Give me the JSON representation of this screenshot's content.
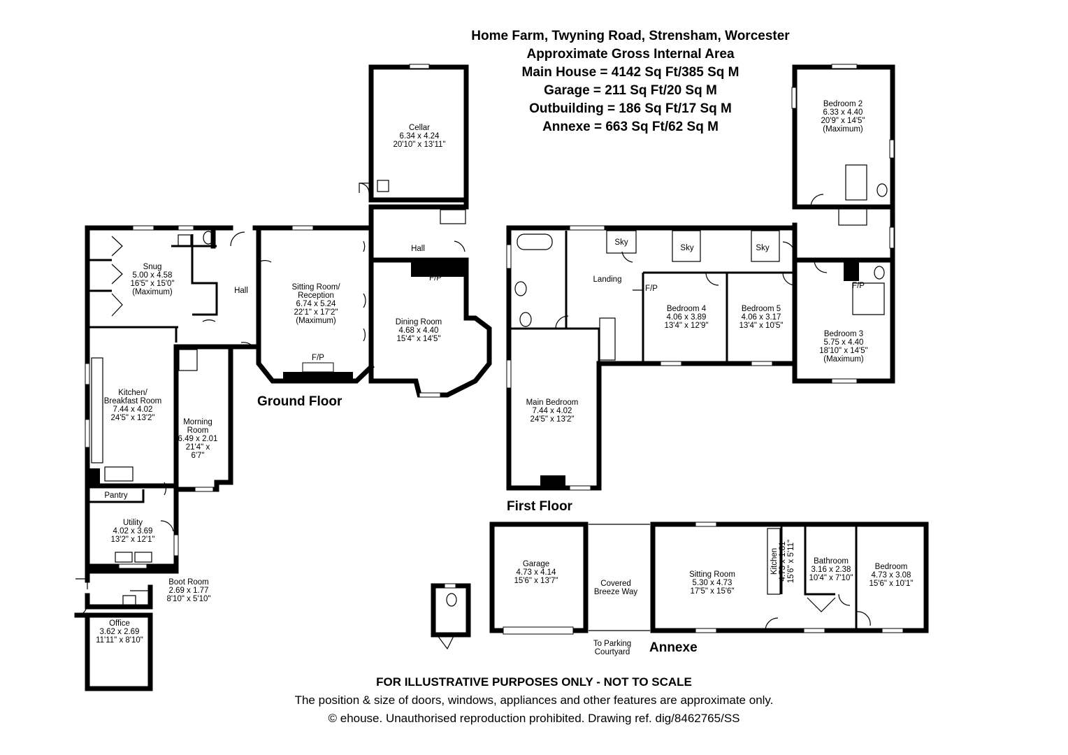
{
  "header": {
    "address": "Home Farm, Twyning Road, Strensham, Worcester",
    "area_title": "Approximate Gross Internal Area",
    "areas": [
      "Main House = 4142 Sq Ft/385 Sq M",
      "Garage = 211 Sq Ft/20 Sq M",
      "Outbuilding = 186 Sq Ft/17 Sq M",
      "Annexe = 663 Sq Ft/62 Sq M"
    ]
  },
  "floors": {
    "ground": "Ground Floor",
    "first": "First Floor",
    "annexe": "Annexe"
  },
  "rooms": {
    "cellar": [
      "Cellar",
      "6.34 x 4.24",
      "20'10\" x 13'11\""
    ],
    "snug": [
      "Snug",
      "5.00 x 4.58",
      "16'5\" x 15'0\"",
      "(Maximum)"
    ],
    "hall_left": [
      "Hall"
    ],
    "sitting_reception": [
      "Sitting Room/",
      "Reception",
      "6.74 x 5.24",
      "22'1\" x 17'2\"",
      "(Maximum)"
    ],
    "hall_right": [
      "Hall"
    ],
    "dining": [
      "Dining Room",
      "4.68 x 4.40",
      "15'4\" x 14'5\""
    ],
    "kitchen": [
      "Kitchen/",
      "Breakfast Room",
      "7.44 x 4.02",
      "24'5\" x 13'2\""
    ],
    "morning": [
      "Morning",
      "Room",
      "6.49 x 2.01",
      "21'4\" x",
      "6'7\""
    ],
    "pantry": [
      "Pantry"
    ],
    "utility": [
      "Utility",
      "4.02 x 3.69",
      "13'2\" x 12'1\""
    ],
    "boot": [
      "Boot Room",
      "2.69 x 1.77",
      "8'10\" x 5'10\""
    ],
    "office": [
      "Office",
      "3.62 x 2.69",
      "11'11\" x 8'10\""
    ],
    "bedroom2": [
      "Bedroom 2",
      "6.33 x 4.40",
      "20'9\" x 14'5\"",
      "(Maximum)"
    ],
    "landing": [
      "Landing"
    ],
    "bedroom4": [
      "Bedroom 4",
      "4.06 x 3.89",
      "13'4\" x 12'9\""
    ],
    "bedroom5": [
      "Bedroom 5",
      "4.06 x 3.17",
      "13'4\" x 10'5\""
    ],
    "bedroom3": [
      "Bedroom 3",
      "5.75 x 4.40",
      "18'10\" x 14'5\"",
      "(Maximum)"
    ],
    "main_bedroom": [
      "Main Bedroom",
      "7.44 x 4.02",
      "24'5\" x 13'2\""
    ],
    "garage": [
      "Garage",
      "4.73 x 4.14",
      "15'6\" x 13'7\""
    ],
    "breezeway": [
      "Covered",
      "Breeze Way"
    ],
    "parking": [
      "To Parking",
      "Courtyard"
    ],
    "annexe_sitting": [
      "Sitting Room",
      "5.30 x 4.73",
      "17'5\" x 15'6\""
    ],
    "annexe_kitchen": [
      "Kitchen",
      "4.73 x 1.81",
      "15'6\" x 5'11\""
    ],
    "annexe_bathroom": [
      "Bathroom",
      "3.16 x 2.38",
      "10'4\" x 7'10\""
    ],
    "annexe_bedroom": [
      "Bedroom",
      "4.73 x 3.08",
      "15'6\" x 10'1\""
    ]
  },
  "features": {
    "fp": "F/P",
    "sky": "Sky"
  },
  "footer": {
    "disclaimer": "FOR ILLUSTRATIVE PURPOSES ONLY - NOT TO SCALE",
    "note": "The position & size of doors, windows, appliances and other features are approximate only.",
    "copyright": "© ehouse. Unauthorised reproduction prohibited. Drawing ref. dig/8462765/SS"
  }
}
